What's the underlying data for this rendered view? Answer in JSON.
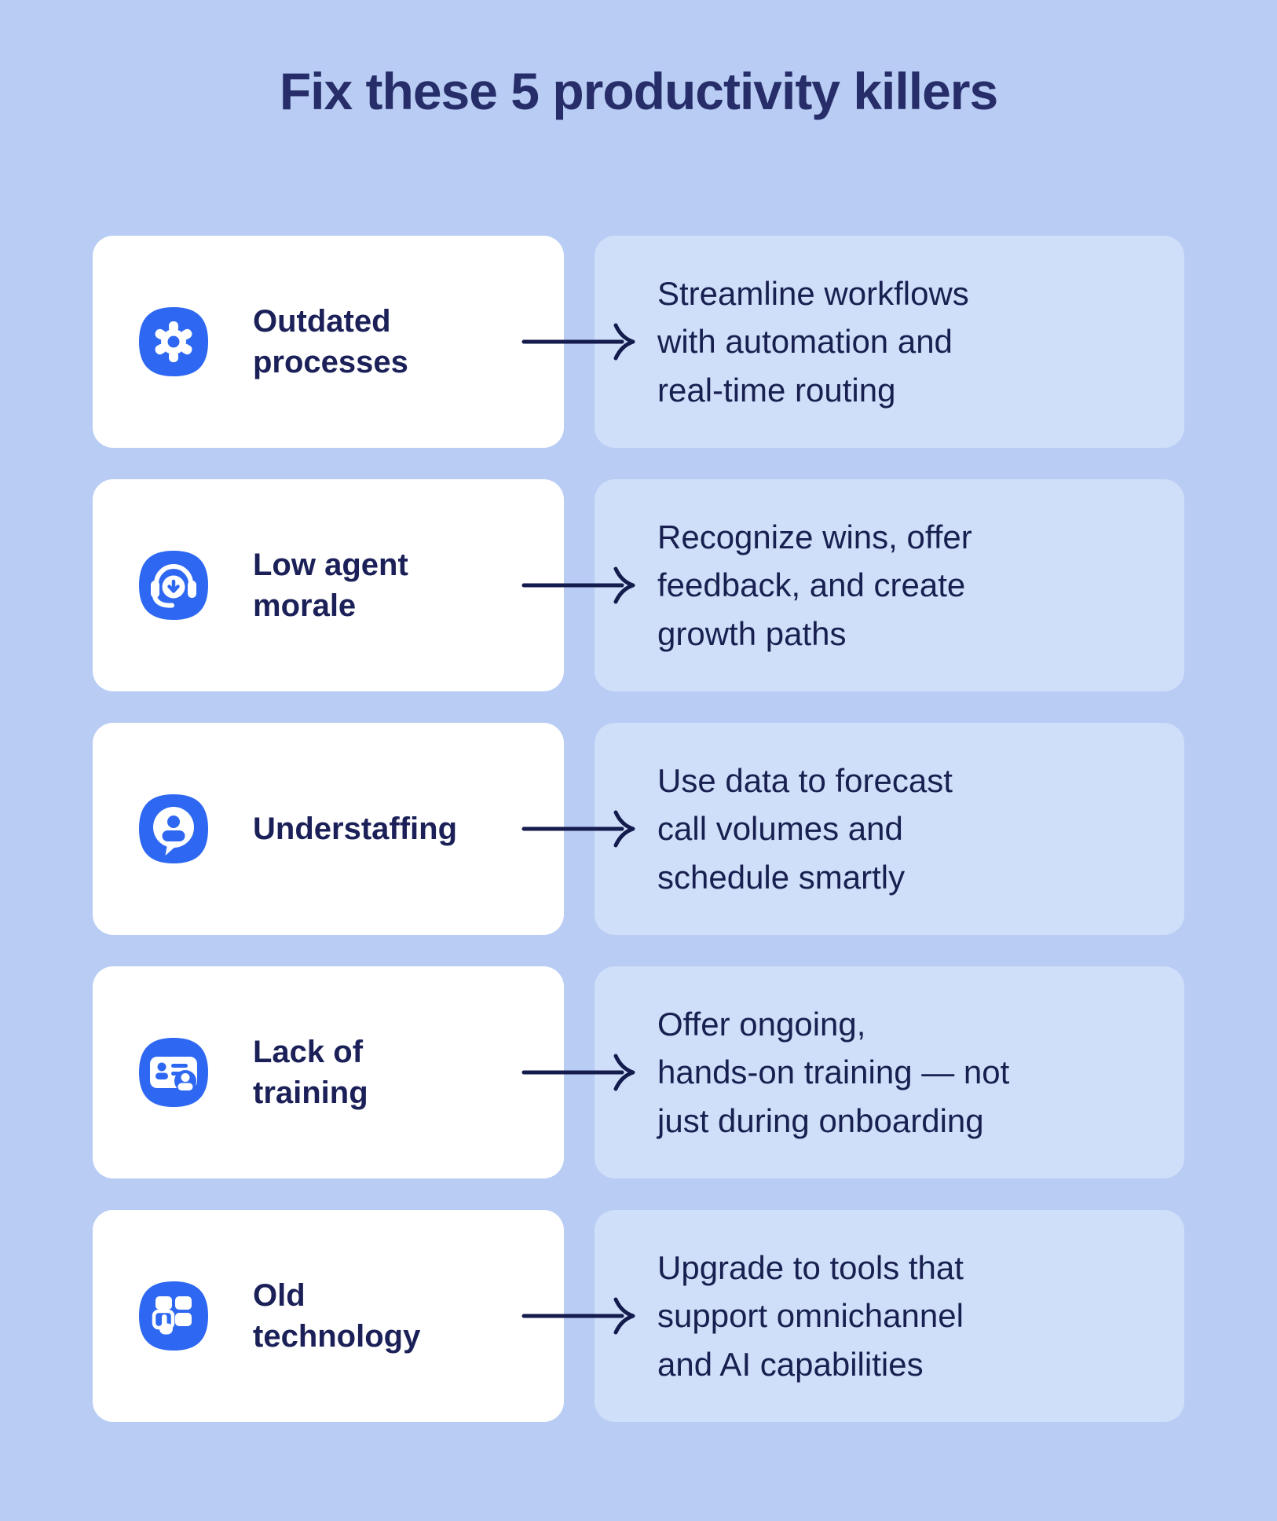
{
  "page": {
    "title": "Fix these 5 productivity killers"
  },
  "colors": {
    "background": "#b8ccf4",
    "problem_card": "#ffffff",
    "solution_card": "#cfdef9",
    "icon_blue": "#2e68f2",
    "title_navy": "#262d68",
    "text_navy": "#1b2158"
  },
  "rows": [
    {
      "icon": "gear-icon",
      "arrow": "arrow-right-icon",
      "problem": "Outdated\nprocesses",
      "solution": "Streamline workflows\nwith automation and\nreal-time routing"
    },
    {
      "icon": "headset-download-icon",
      "arrow": "arrow-right-icon",
      "problem": "Low agent\nmorale",
      "solution": "Recognize wins, offer\nfeedback, and create\ngrowth paths"
    },
    {
      "icon": "person-chat-bubble-icon",
      "arrow": "arrow-right-icon",
      "problem": "Understaffing",
      "solution": "Use data to forecast\ncall volumes and\nschedule smartly"
    },
    {
      "icon": "id-card-person-icon",
      "arrow": "arrow-right-icon",
      "problem": "Lack of\ntraining",
      "solution": "Offer ongoing,\nhands-on training — not\njust during onboarding"
    },
    {
      "icon": "grid-tap-icon",
      "arrow": "arrow-right-icon",
      "problem": "Old\ntechnology",
      "solution": "Upgrade to tools that\nsupport omnichannel\nand AI capabilities"
    }
  ]
}
